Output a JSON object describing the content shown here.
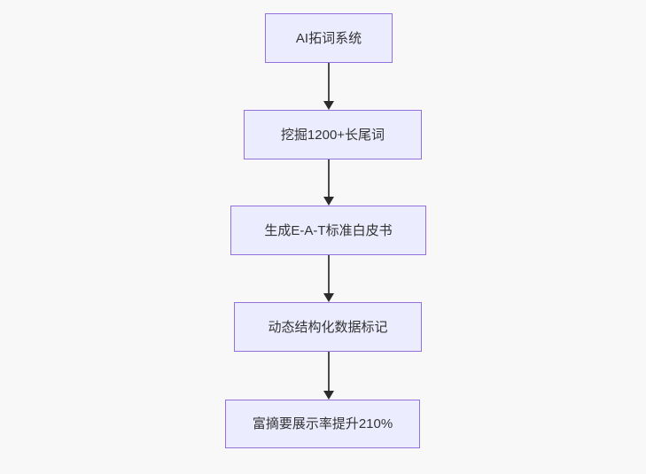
{
  "diagram": {
    "type": "flowchart",
    "direction": "top-down",
    "nodes": [
      {
        "id": "step-1",
        "label": "AI拓词系统"
      },
      {
        "id": "step-2",
        "label": "挖掘1200+长尾词"
      },
      {
        "id": "step-3",
        "label": "生成E-A-T标准白皮书"
      },
      {
        "id": "step-4",
        "label": "动态结构化数据标记"
      },
      {
        "id": "step-5",
        "label": "富摘要展示率提升210%"
      }
    ],
    "edges": [
      {
        "from": "step-1",
        "to": "step-2"
      },
      {
        "from": "step-2",
        "to": "step-3"
      },
      {
        "from": "step-3",
        "to": "step-4"
      },
      {
        "from": "step-4",
        "to": "step-5"
      }
    ],
    "colors": {
      "background": "#f8f8f8",
      "node_fill": "#ECECFF",
      "node_border": "#9370DB",
      "text": "#333333",
      "arrow": "#4a4a4a",
      "arrowhead": "#2b2b2b"
    }
  }
}
